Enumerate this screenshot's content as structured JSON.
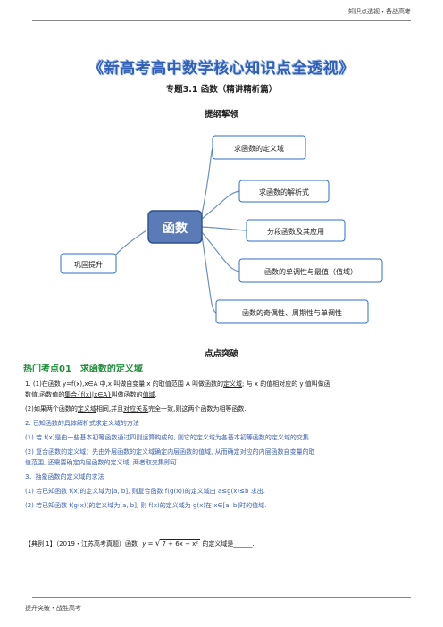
{
  "header": {
    "right": "知识点透视・备战高考"
  },
  "title": "《新高考高中数学核心知识点全透视》",
  "subtitle": "专题3.1 函数（精讲精析篇）",
  "outline_heading": "提纲挈领",
  "mindmap": {
    "center": "函数",
    "left": "巩固提升",
    "branches": [
      "求函数的定义域",
      "求函数的解析式",
      "分段函数及其应用",
      "函数的单调性与最值（值域）",
      "函数的奇偶性、周期性与单调性"
    ]
  },
  "points_heading": "点点突破",
  "topic": "热门考点01　求函数的定义域",
  "paras": {
    "p1_a": "1. (1)在函数 y=f(x),x∈A 中,x 叫做自变量,x 的取值范围 A 叫做函数的",
    "p1_u1": "定义域",
    "p1_b": "; 与 x 的值相对应的 y 值叫做函",
    "p1_c": "数值,函数值的",
    "p1_u2": "集合{f(x)|x∈A}",
    "p1_d": "叫做函数的",
    "p1_u3": "值域",
    "p1_e": ".",
    "p2_a": "(2)如果两个函数的",
    "p2_u1": "定义域",
    "p2_b": "相同,并且",
    "p2_u2": "对应关系",
    "p2_c": "完全一致,则这两个函数为相等函数.",
    "p3": "2. 已知函数的具体解析式求定义域的方法",
    "p4": "(1) 若 f(x)是由一些基本初等函数通过四则运算构成的, 则它的定义域为各基本初等函数的定义域的交集.",
    "p5": "(2) 复合函数的定义域：先由外层函数的定义域确定内层函数的值域, 从而确定对应的内层函数自变量的取",
    "p6": "值范围, 还需要确定内层函数的定义域, 两者取交集即可.",
    "p7": "3．抽象函数的定义域的求法",
    "p8": "(1) 若已知函数 f(x)的定义域为[a, b], 则复合函数 f(g(x))的定义域由 a≤g(x)≤b 求出.",
    "p9": "(2) 若已知函数 f(g(x))的定义域为[a, b], 则 f(x)的定义域为 g(x)在 x∈[a, b]时的值域."
  },
  "example": {
    "label": "【典例 1】",
    "source": "（2019・江苏高考真题）函数",
    "formula_y": "y",
    "formula_radicand": "7 + 6x − x²",
    "tail": "的定义域是",
    "blank": "______",
    "end": "."
  },
  "footer": {
    "left": "提升突破・战胜高考"
  },
  "colors": {
    "title": "#2f5fb8",
    "topic": "#1f8c3a",
    "box_border": "#2e6cc7",
    "center_fill": "#5a7bb5"
  }
}
